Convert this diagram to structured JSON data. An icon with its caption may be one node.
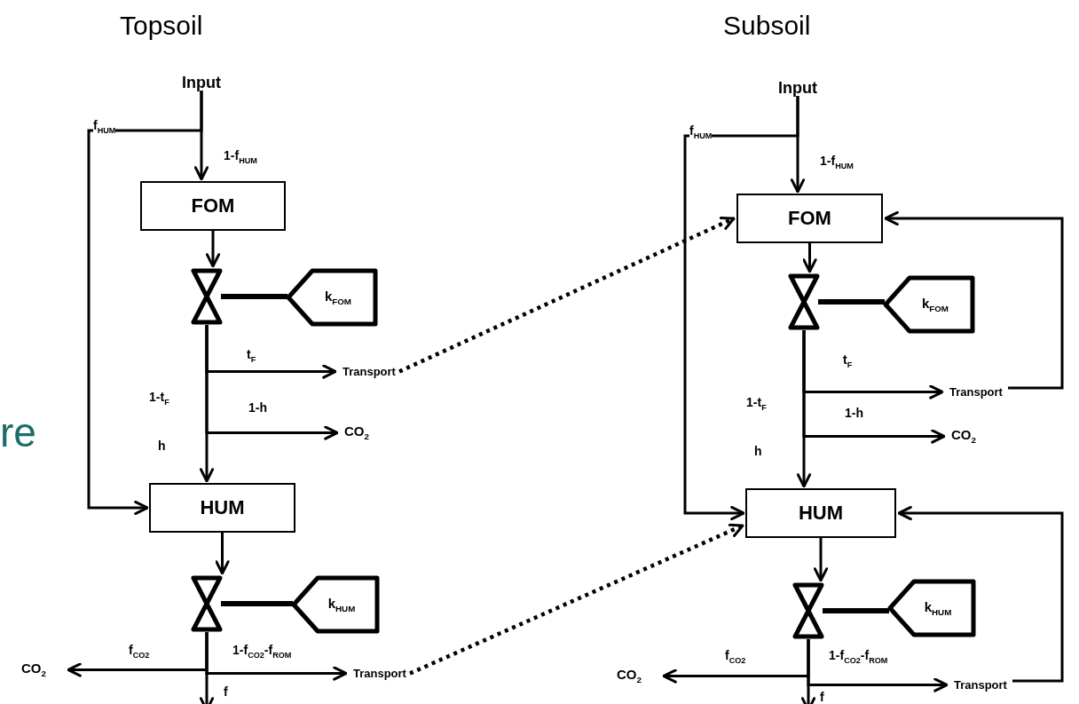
{
  "diagram": {
    "nodes": [
      {
        "text": [
          "Input"
        ]
      },
      {
        "text": [
          "FOM"
        ]
      },
      {
        "text": [],
        "shape": "valve"
      },
      {
        "text": [
          "k$_{FOM}$"
        ]
      },
      {
        "text": [
          "Transport"
        ]
      },
      {
        "text": [
          "CO$_{2}$"
        ]
      },
      {
        "text": [
          "HUM"
        ]
      },
      {
        "text": [],
        "shape": "valve"
      },
      {
        "text": [
          "k$_{HUM}$"
        ]
      },
      {
        "text": [
          "CO$_{2}$"
        ]
      },
      {
        "text": [
          "Transport"
        ]
      },
      {
        "text": [
          "Input"
        ]
      },
      {
        "text": [
          "FOM"
        ]
      },
      {
        "text": [],
        "shape": "valve"
      },
      {
        "text": [
          "k$_{FOM}$"
        ]
      },
      {
        "text": [
          "Transport"
        ]
      },
      {
        "text": [
          "CO$_{2}$"
        ]
      },
      {
        "text": [
          "HUM"
        ]
      },
      {
        "text": [],
        "shape": "valve"
      },
      {
        "text": [
          "k$_{HUM}$"
        ]
      },
      {
        "text": [
          "CO$_{2}$"
        ]
      },
      {
        "text": [
          "Transport"
        ]
      }
    ],
    "edges": [
      {
        "from": 0,
        "to": 1,
        "arrow": "to",
        "label": "1-f$_{HUM}$"
      },
      {
        "from": 0,
        "to": 6,
        "arrow": "to",
        "label": "f$_{HUM}$"
      },
      {
        "from": 1,
        "to": 2,
        "arrow": "to"
      },
      {
        "from": 2,
        "to": 3,
        "arrow": "none",
        "style": "thick"
      },
      {
        "from": 2,
        "to": 4,
        "arrow": "to",
        "label": "t$_{F}$"
      },
      {
        "from": 2,
        "to": 5,
        "arrow": "to",
        "label": "1-h"
      },
      {
        "from": 2,
        "to": 6,
        "arrow": "to",
        "label": "h"
      },
      {
        "from": 6,
        "to": 7,
        "arrow": "to"
      },
      {
        "from": 7,
        "to": 8,
        "arrow": "none",
        "style": "thick"
      },
      {
        "from": 7,
        "to": 9,
        "arrow": "to",
        "label": "f$_{CO2}$"
      },
      {
        "from": 7,
        "to": 10,
        "arrow": "to",
        "label": "1-f$_{CO2}$-f$_{ROM}$"
      },
      {
        "from": 7,
        "to": null,
        "arrow": "to",
        "label": "f"
      },
      {
        "from": 11,
        "to": 12,
        "arrow": "to",
        "label": "1-f$_{HUM}$"
      },
      {
        "from": 11,
        "to": 17,
        "arrow": "to",
        "label": "f$_{HUM}$"
      },
      {
        "from": 12,
        "to": 13,
        "arrow": "to"
      },
      {
        "from": 13,
        "to": 14,
        "arrow": "none",
        "style": "thick"
      },
      {
        "from": 13,
        "to": 15,
        "arrow": "to",
        "label": "t$_{F}$"
      },
      {
        "from": 13,
        "to": 16,
        "arrow": "to",
        "label": "1-h"
      },
      {
        "from": 13,
        "to": 17,
        "arrow": "to",
        "label": "h"
      },
      {
        "from": 17,
        "to": 18,
        "arrow": "to"
      },
      {
        "from": 18,
        "to": 19,
        "arrow": "none",
        "style": "thick"
      },
      {
        "from": 18,
        "to": 20,
        "arrow": "to",
        "label": "f$_{CO2}$"
      },
      {
        "from": 18,
        "to": 21,
        "arrow": "to",
        "label": "1-f$_{CO2}$-f$_{ROM}$"
      },
      {
        "from": 18,
        "to": null,
        "arrow": "to",
        "label": "f"
      },
      {
        "from": 4,
        "to": 12,
        "arrow": "to",
        "style": "dashed"
      },
      {
        "from": 10,
        "to": 17,
        "arrow": "to",
        "style": "dashed"
      },
      {
        "from": 15,
        "to": 12,
        "arrow": "to"
      },
      {
        "from": 21,
        "to": 17,
        "arrow": "to"
      }
    ],
    "labels": [
      "Topsoil",
      "Subsoil",
      "re",
      "1-t$_{F}$",
      "1-t$_{F}$"
    ]
  }
}
